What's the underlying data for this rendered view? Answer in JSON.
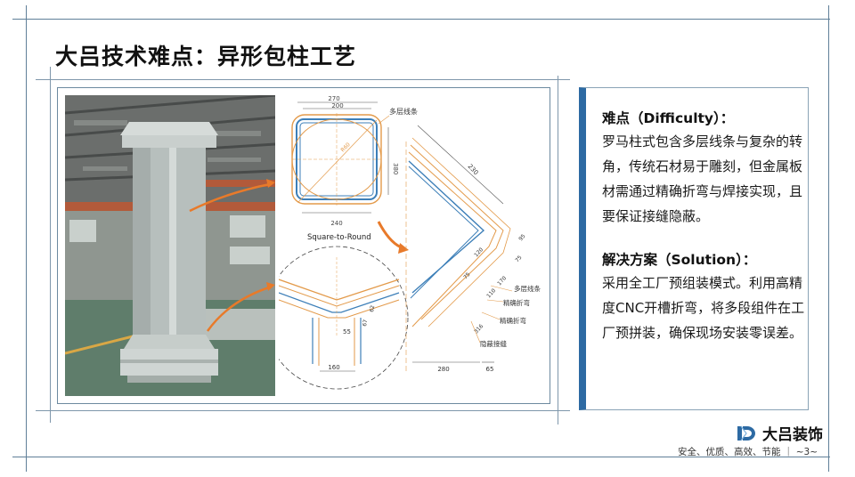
{
  "slide": {
    "title": "大吕技术难点：异形包柱工艺",
    "page_number": "~3~"
  },
  "colors": {
    "accent_blue": "#2d6aa3",
    "frame_line": "#5f7f98",
    "drawing_orange": "#e39a4a",
    "drawing_blue": "#3d7fb8",
    "arrow_orange": "#e87a2a"
  },
  "figure": {
    "photo_alt": "aluminum-roman-column-in-factory",
    "drawing": {
      "top_view": {
        "dims": [
          "270",
          "200",
          "380",
          "240"
        ],
        "diagonal_label": "R60",
        "callout": "多层线条",
        "caption": "Square-to-Round"
      },
      "detail_view": {
        "dims": [
          "160",
          "55",
          "67",
          "62"
        ]
      },
      "section_view": {
        "dims": [
          "230",
          "95",
          "75",
          "120",
          "170",
          "110",
          "75",
          "316",
          "280",
          "65"
        ],
        "callouts": [
          "多层线条",
          "精确折弯",
          "精确折弯",
          "隐蔽接缝"
        ]
      }
    }
  },
  "difficulty": {
    "heading": "难点（Difficulty）：",
    "body": "罗马柱式包含多层线条与复杂的转角，传统石材易于雕刻，但金属板材需通过精确折弯与焊接实现，且要保证接缝隐蔽。"
  },
  "solution": {
    "heading": "解决方案（Solution）：",
    "body": "采用全工厂预组装模式。利用高精度CNC开槽折弯，将多段组件在工厂预拼装，确保现场安装零误差。"
  },
  "footer": {
    "brand_name": "大吕装饰",
    "logo_icon": "dalu-d-logo-icon",
    "slogan": "安全、优质、高效、节能 ｜ ~3~"
  }
}
